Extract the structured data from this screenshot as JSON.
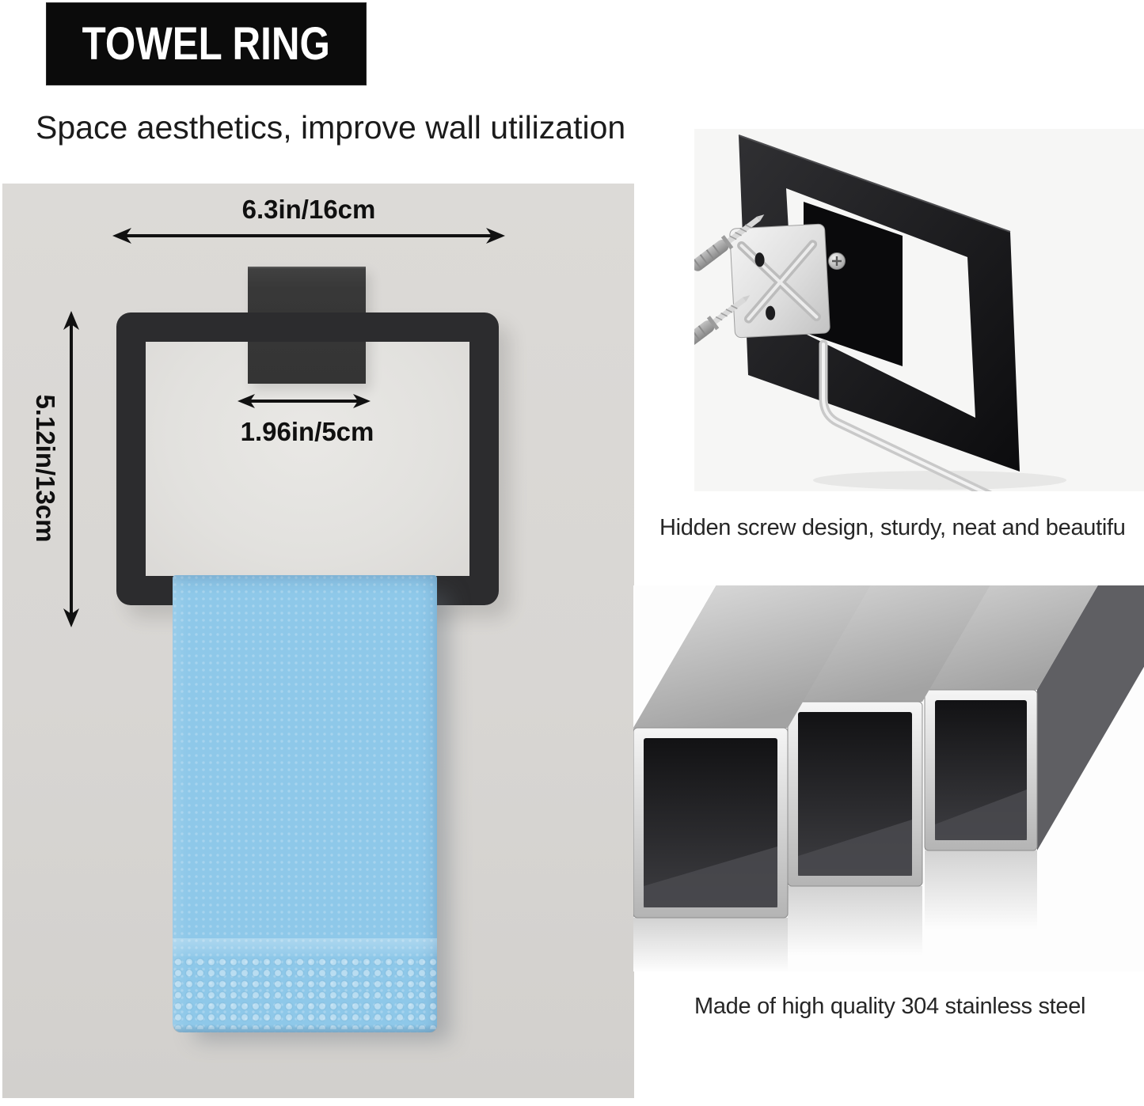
{
  "header": {
    "title": "TOWEL RING",
    "subtitle": "Space aesthetics, improve wall utilization"
  },
  "diagram": {
    "width_label": "6.3in/16cm",
    "height_label": "5.12in/13cm",
    "bracket_width_label": "1.96in/5cm"
  },
  "features": [
    {
      "id": "hidden-screw",
      "caption": "Hidden screw design, sturdy, neat and beautifu"
    },
    {
      "id": "stainless-steel",
      "caption": "Made of high quality 304 stainless steel"
    }
  ],
  "colors": {
    "title_bg": "#0b0b0b",
    "title_fg": "#ffffff",
    "panel_gray": "#d8d6d3",
    "ring_black": "#2c2c2e",
    "towel_blue": "#8ec8e9",
    "steel_light": "#f5f5f5",
    "steel_dark": "#121214"
  }
}
